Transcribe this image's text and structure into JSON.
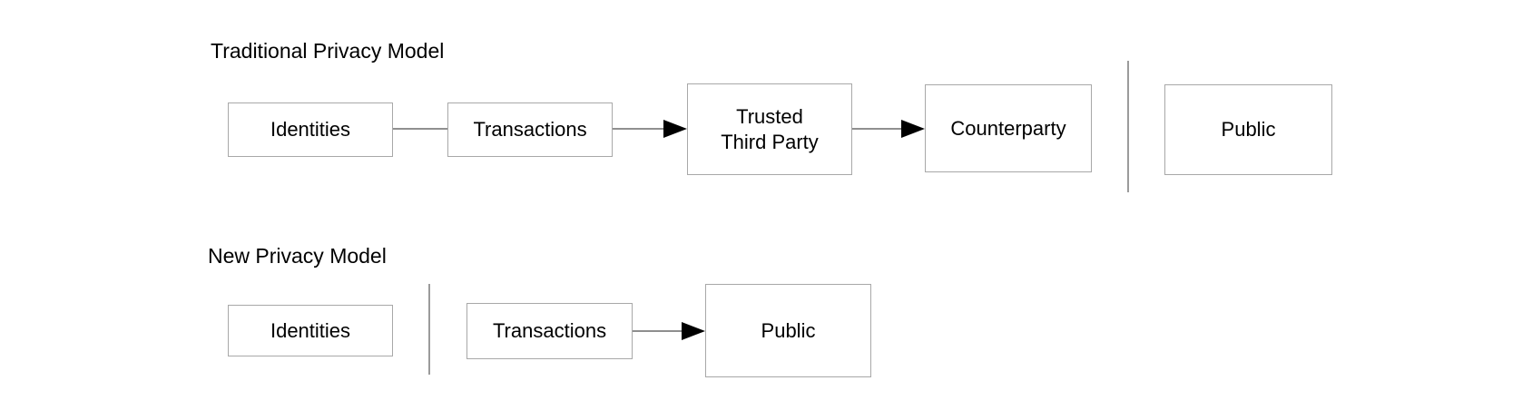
{
  "traditional": {
    "title": "Traditional Privacy Model",
    "nodes": {
      "identities": "Identities",
      "transactions": "Transactions",
      "trusted_third_party": "Trusted\nThird Party",
      "counterparty": "Counterparty",
      "public": "Public"
    }
  },
  "new_model": {
    "title": "New Privacy Model",
    "nodes": {
      "identities": "Identities",
      "transactions": "Transactions",
      "public": "Public"
    }
  },
  "colors": {
    "background": "#ffffff",
    "box_border": "#a8a8a8",
    "connector_line": "#8f8f8f",
    "divider_line": "#9b9b9b",
    "arrowhead": "#000000",
    "text": "#000000"
  }
}
